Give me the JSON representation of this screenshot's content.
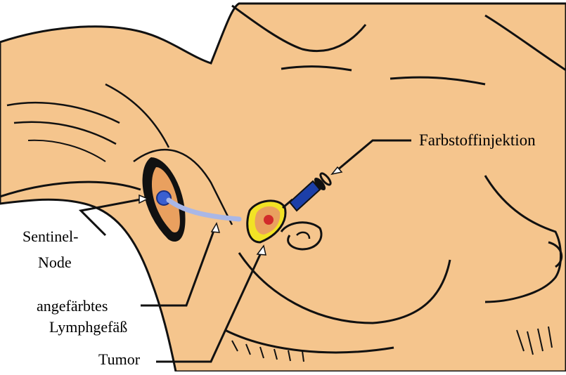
{
  "labels": {
    "dye_injection": "Farbstoffinjektion",
    "sentinel_line1": "Sentinel-",
    "sentinel_line2": "Node",
    "vessel_line1": "angefärbtes",
    "vessel_line2": "Lymphgefäß",
    "tumor": "Tumor"
  },
  "colors": {
    "skin": "#f5c58d",
    "outline": "#111111",
    "incision_tissue": "#e9a05f",
    "lymph_node_blue": "#3a5fd0",
    "lymph_vessel": "#a9b7e6",
    "tumor_red": "#d22a2a",
    "margin_yellow": "#f2e225",
    "syringe_blue": "#1c3fa8"
  }
}
